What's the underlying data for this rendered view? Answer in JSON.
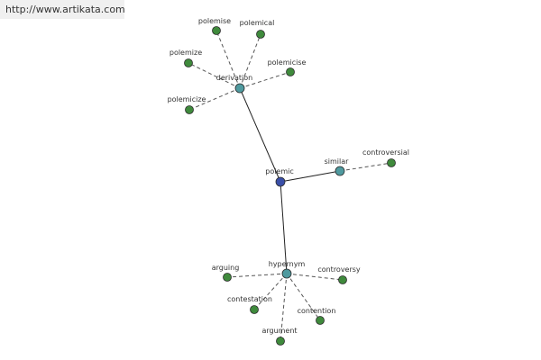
{
  "watermark": {
    "url": "http://www.artikata.com"
  },
  "colors": {
    "center": "#3a4fa8",
    "relation": "#4f9a9f",
    "word": "#3f8a3c",
    "edge": "#222222",
    "dashed_edge": "#555555"
  },
  "graph": {
    "center": {
      "label": "polemic"
    },
    "relations": [
      {
        "id": "derivation",
        "label": "derivation",
        "words": [
          "polemise",
          "polemical",
          "polemize",
          "polemicise",
          "polemicize"
        ]
      },
      {
        "id": "similar",
        "label": "similar",
        "words": [
          "controversial"
        ]
      },
      {
        "id": "hypernym",
        "label": "hypernym",
        "words": [
          "arguing",
          "controversy",
          "contestation",
          "contention",
          "argument"
        ]
      }
    ]
  }
}
